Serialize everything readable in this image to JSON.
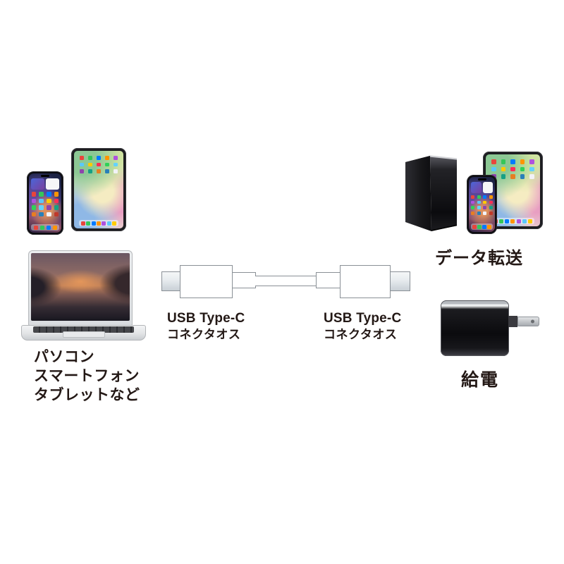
{
  "left_group": {
    "caption_lines": [
      "パソコン",
      "スマートフォン",
      "タブレットなど"
    ]
  },
  "cable": {
    "left_connector": {
      "line1": "USB Type-C",
      "line2": "コネクタオス"
    },
    "right_connector": {
      "line1": "USB Type-C",
      "line2": "コネクタオス"
    }
  },
  "right_group": {
    "data_transfer_caption": "データ転送",
    "power_caption": "給電"
  },
  "colors": {
    "text": "#231815",
    "cable_outline": "#8a9096",
    "device_dark": "#0c0c10",
    "background": "#ffffff"
  }
}
